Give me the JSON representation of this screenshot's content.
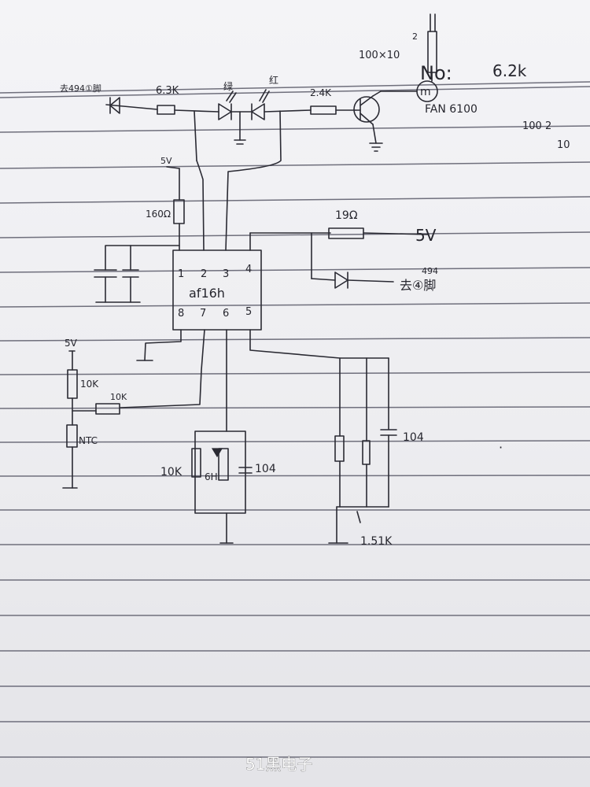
{
  "labels": {
    "top_left": "去494①脚",
    "r_63k": "6.3K",
    "led_green": "绿",
    "led_red": "红",
    "r_24k": "2.4K",
    "transistor_note": "100×10",
    "note_2": "2",
    "no_label": "No:",
    "r_62k": "6.2k",
    "fan_label": "FAN 6100",
    "ratio_num": "100 2",
    "ratio_den": "10",
    "v5_top": "5V",
    "r_160": "160Ω",
    "pin1": "1",
    "pin2": "2",
    "pin3": "3",
    "pin4": "4",
    "ic_name": "af16h",
    "pin8": "8",
    "pin7": "7",
    "pin6": "6",
    "pin5": "5",
    "r_19": "19Ω",
    "v5_right": "5V",
    "diode_494": "494",
    "to_494_pin4": "去④脚",
    "v5_left": "5V",
    "r_10k_left": "10K",
    "r_10k_mid": "10K",
    "ntc": "NTC",
    "r_10k_bot": "10K",
    "cap_6h": "6H",
    "cap_104_mid": "104",
    "cap_104_right": "104",
    "r_151k": "1.51K",
    "watermark": "51黑电子"
  }
}
